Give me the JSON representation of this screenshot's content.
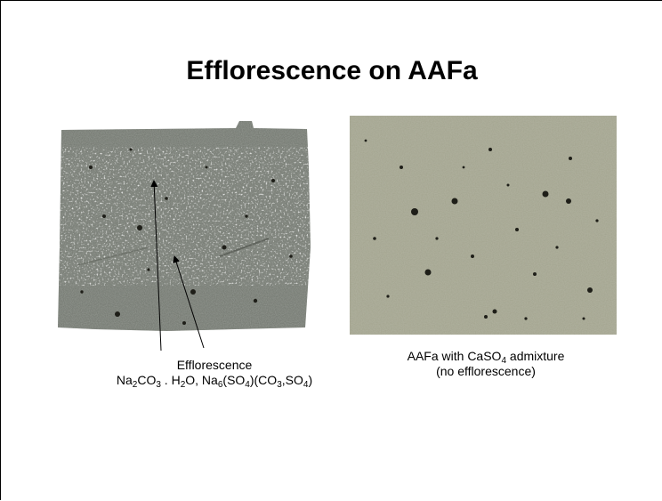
{
  "slide": {
    "title": "Efflorescence on AAFa"
  },
  "left_figure": {
    "caption_line1": "Efflorescence",
    "formula": {
      "na": "Na",
      "s2": "2",
      "co": "CO",
      "s3": "3",
      "mid": " . H",
      "s2b": "2",
      "o": "O,  Na",
      "s6": "6",
      "so": "(SO",
      "s4": "4",
      "co3": ")(CO",
      "s3b": "3",
      "so4": ",SO",
      "s4b": "4",
      "end": ")"
    }
  },
  "right_figure": {
    "caption_pre": "AAFa with CaSO",
    "caption_sub": "4",
    "caption_post": " admixture",
    "caption_line2": "(no efflorescence)"
  },
  "colors": {
    "left_sample": "#6f746c",
    "right_sample": "#a2a38e",
    "pore": "#1e1e18"
  }
}
